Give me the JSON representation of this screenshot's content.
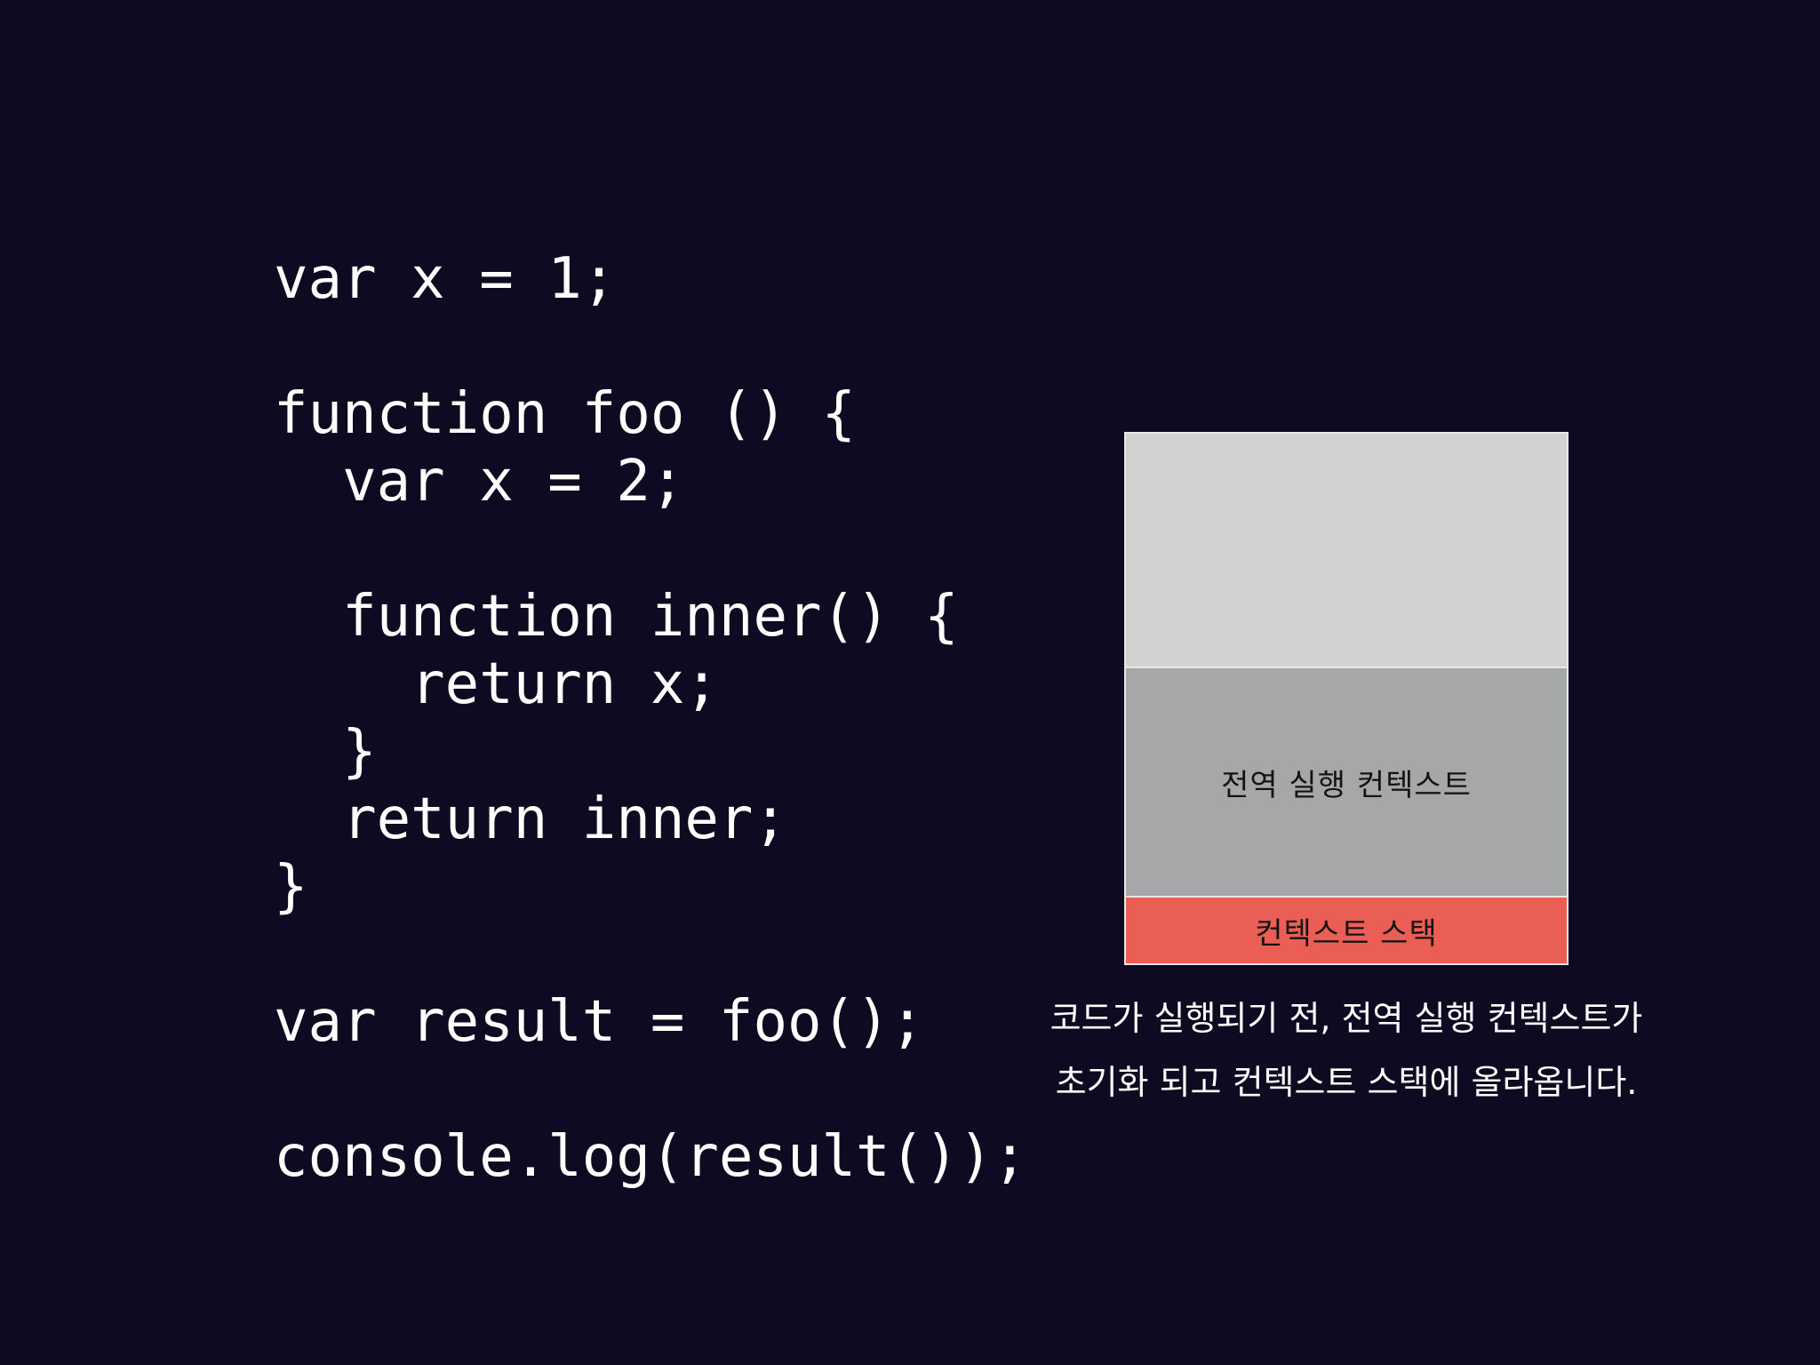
{
  "code": {
    "lines": [
      "var x = 1;",
      "",
      "function foo () {",
      "  var x = 2;",
      "",
      "  function inner() {",
      "    return x;",
      "  }",
      "  return inner;",
      "}",
      "",
      "var result = foo();",
      "",
      "console.log(result());"
    ]
  },
  "stack": {
    "slots": [
      "",
      "전역 실행 컨텍스트"
    ],
    "label": "컨텍스트 스택"
  },
  "caption": {
    "lines": [
      "코드가 실행되기 전, 전역 실행 컨텍스트가",
      "초기화 되고 컨텍스트 스택에 올라옵니다."
    ]
  },
  "colors": {
    "background": "#0d0a21",
    "stack_empty": "#d2d2d2",
    "stack_global": "#a6a7a8",
    "stack_label": "#eb5e55"
  }
}
